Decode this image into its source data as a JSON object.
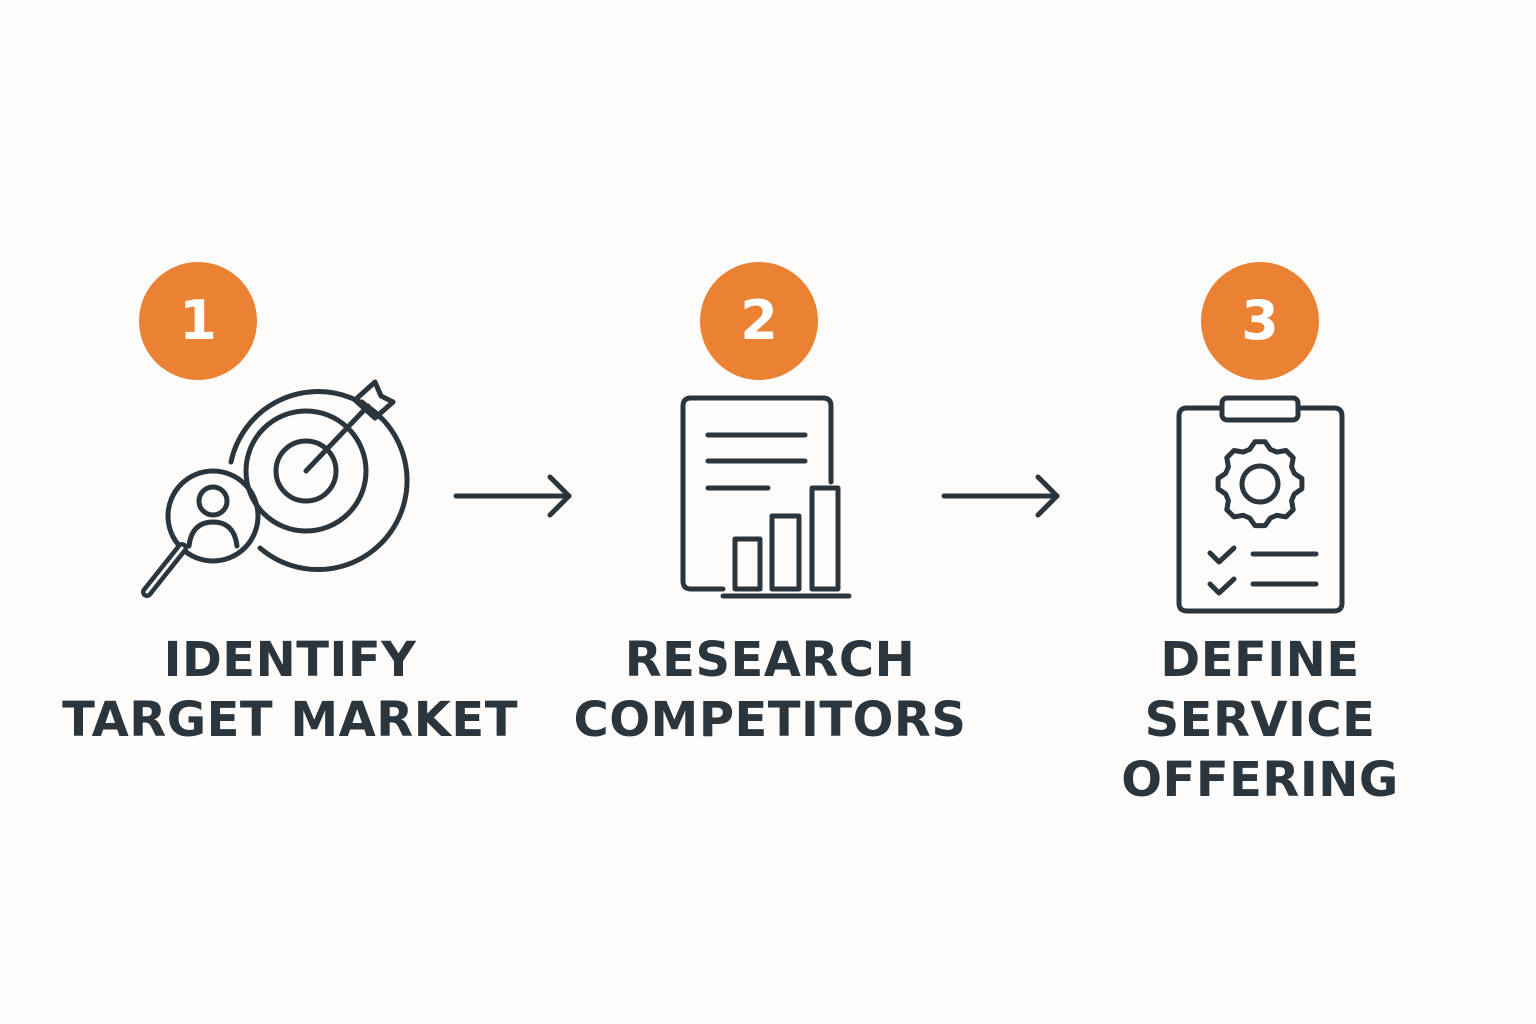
{
  "colors": {
    "accent": "#ea8133",
    "ink": "#2b353d",
    "background": "#fdfcfa",
    "badge_text": "#ffffff"
  },
  "steps": [
    {
      "number": "1",
      "icon": "target-magnifier-person-icon",
      "title_lines": [
        "IDENTIFY",
        "TARGET MARKET"
      ]
    },
    {
      "number": "2",
      "icon": "report-bar-chart-icon",
      "title_lines": [
        "RESEARCH",
        "COMPETITORS"
      ]
    },
    {
      "number": "3",
      "icon": "clipboard-gear-checklist-icon",
      "title_lines": [
        "DEFINE",
        "SERVICE",
        "OFFERING"
      ]
    }
  ],
  "connectors": [
    "arrow-right-icon",
    "arrow-right-icon"
  ]
}
